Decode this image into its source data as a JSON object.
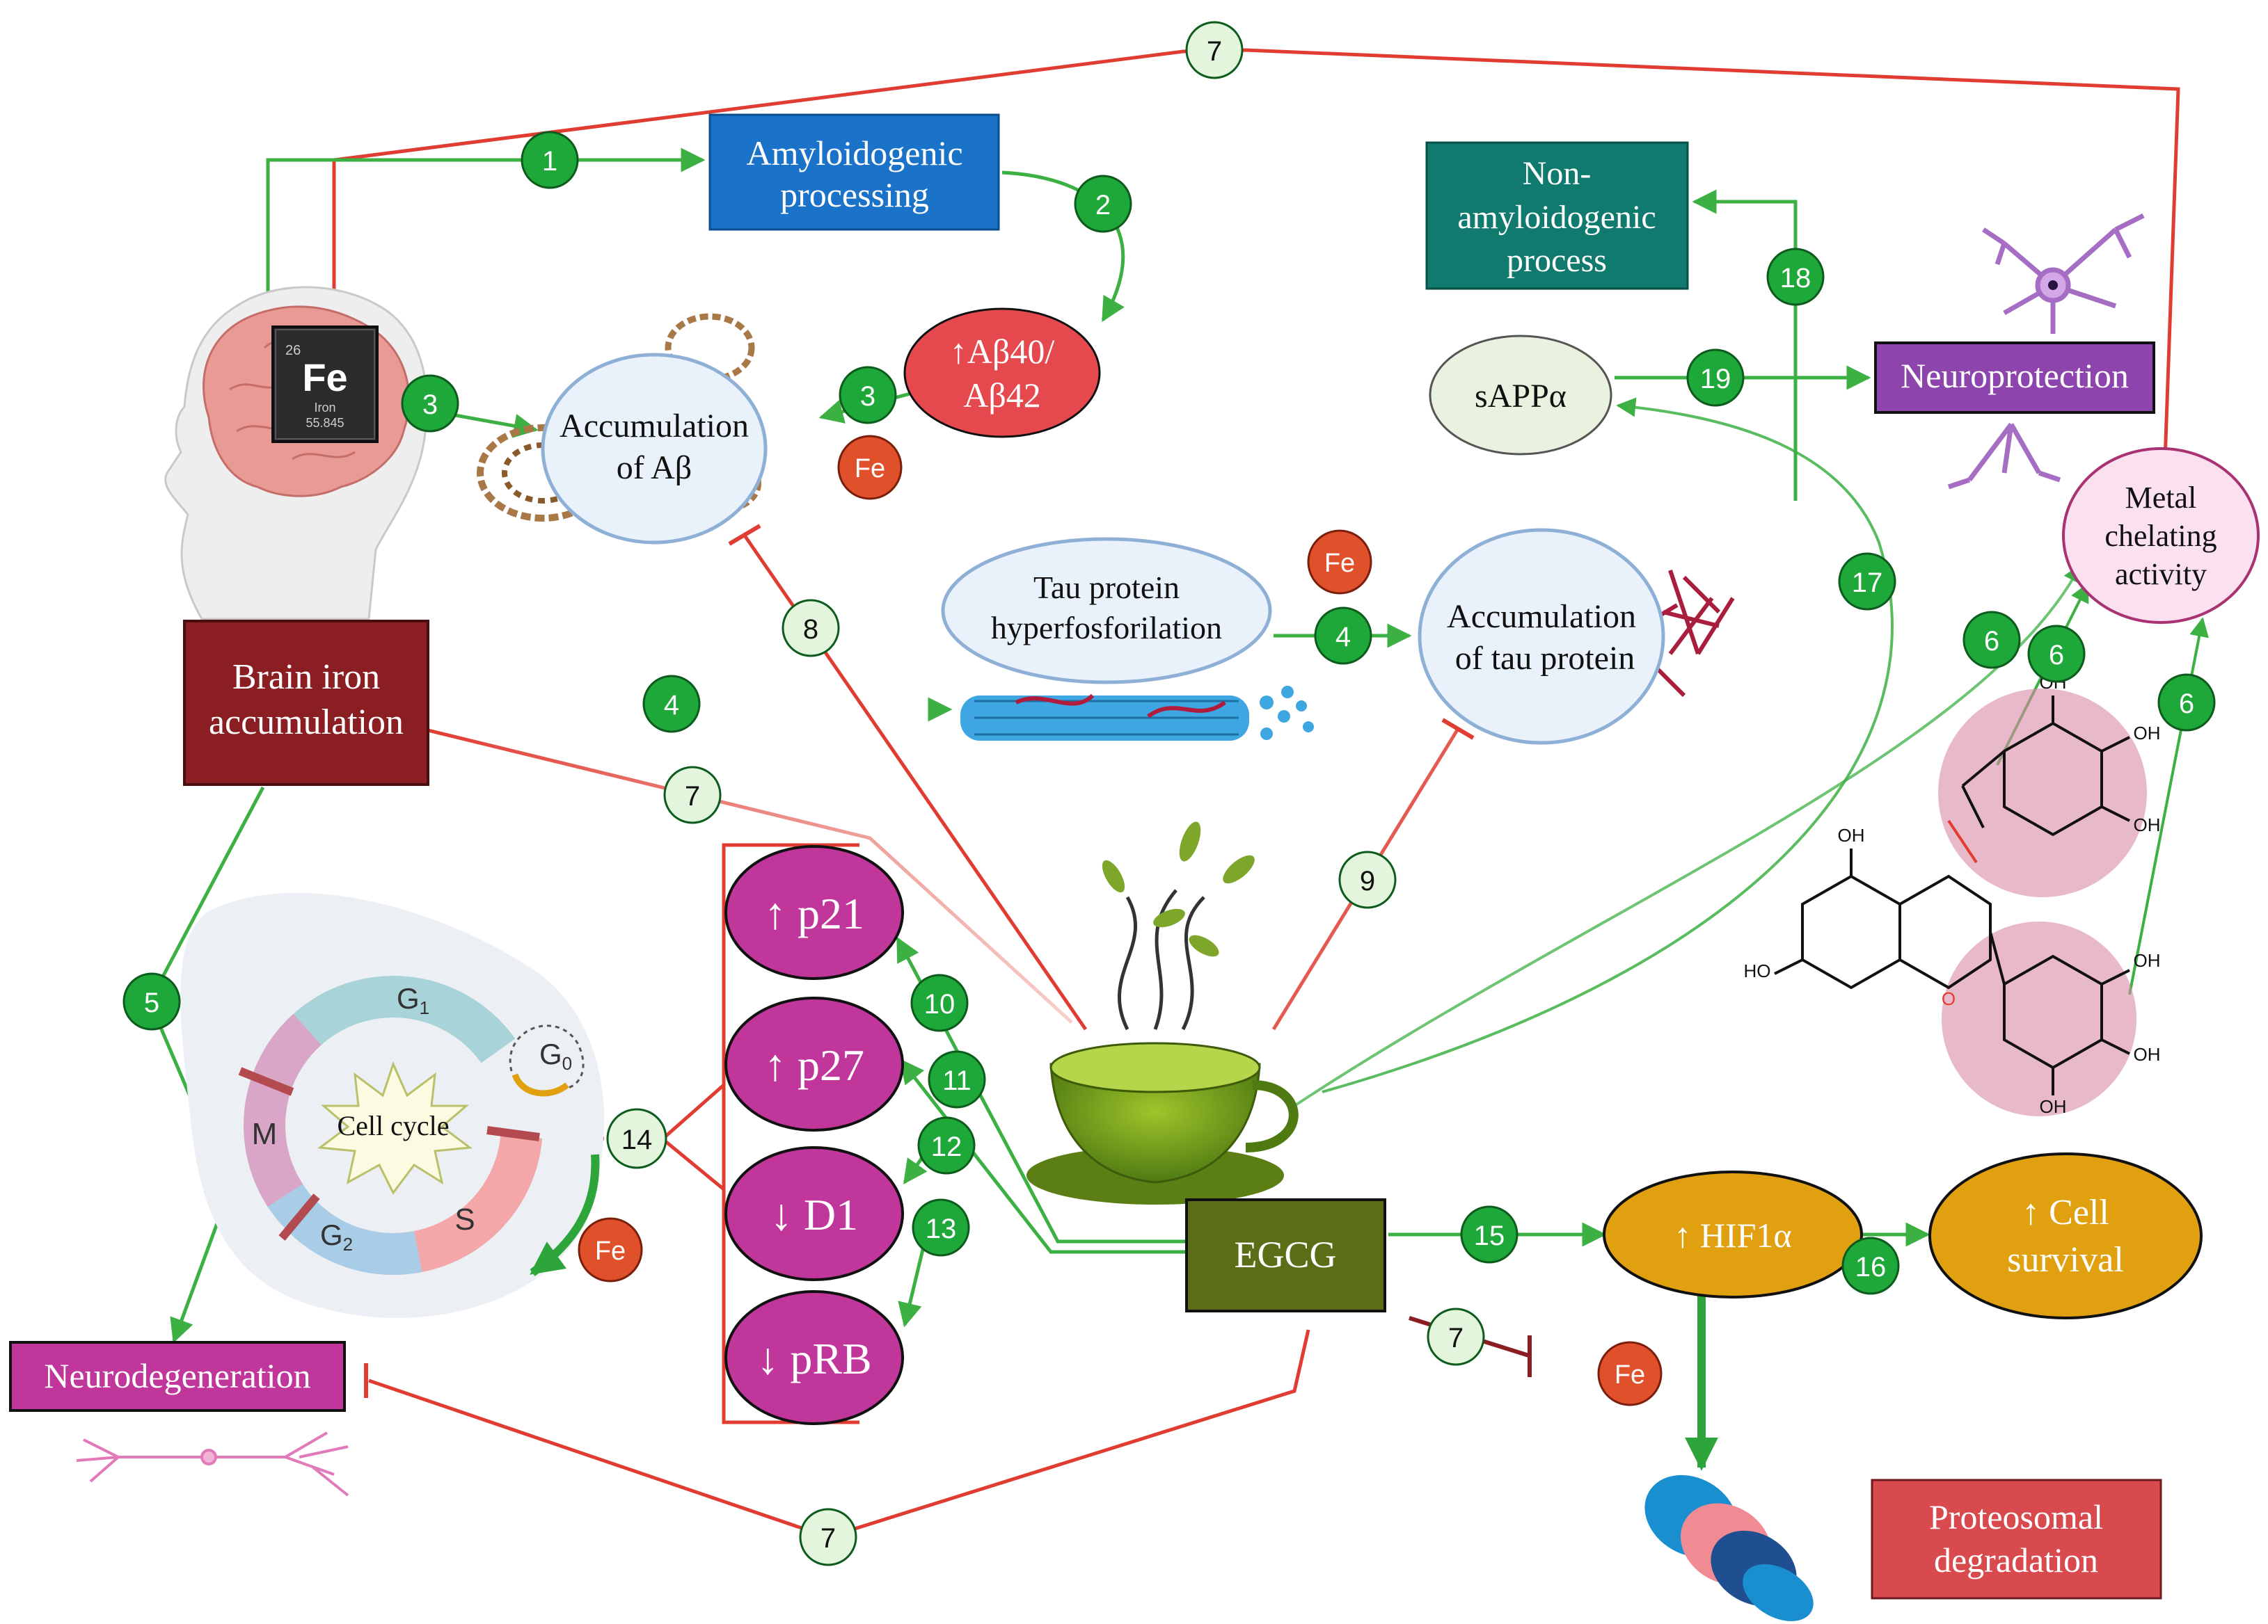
{
  "nodes": {
    "amyloidogenic": [
      "Amyloidogenic",
      "processing"
    ],
    "abeta_ratio": [
      "↑Aβ40/",
      "Aβ42"
    ],
    "accum_abeta": [
      "Accumulation",
      "of Aβ"
    ],
    "non_amyloidogenic": [
      "Non-",
      "amyloidogenic",
      "process"
    ],
    "sappa": "sAPPα",
    "neuroprotection": "Neuroprotection",
    "metal_chelating": [
      "Metal",
      "chelating",
      "activity"
    ],
    "tau_hyper": [
      "Tau protein",
      "hyperfosforilation"
    ],
    "accum_tau": [
      "Accumulation",
      "of tau protein"
    ],
    "brain_iron": [
      "Brain iron",
      "accumulation"
    ],
    "p21": "↑ p21",
    "p27": "↑ p27",
    "d1": "↓ D1",
    "prb": "↓ pRB",
    "egcg": "EGCG",
    "hif1a": "↑ HIF1α",
    "cell_survival": [
      "↑ Cell",
      "survival"
    ],
    "neurodegeneration": "Neurodegeneration",
    "proteosomal": [
      "Proteosomal",
      "degradation"
    ]
  },
  "iron_tile": {
    "number": "26",
    "symbol": "Fe",
    "name": "Iron",
    "mass": "55.845"
  },
  "fe_badge": "Fe",
  "cell_cycle": {
    "center": "Cell cycle",
    "g1": "G",
    "g1_sub": "1",
    "g0": "G",
    "g0_sub": "0",
    "g2": "G",
    "g2_sub": "2",
    "m": "M",
    "s": "S"
  },
  "molecule_labels": {
    "oh": "OH",
    "ho": "HO",
    "o": "O"
  },
  "step_labels": {
    "s1": "1",
    "s2": "2",
    "s3a": "3",
    "s3b": "3",
    "s4a": "4",
    "s4b": "4",
    "s5": "5",
    "s6a": "6",
    "s6b": "6",
    "s6c": "6",
    "s7a": "7",
    "s7b": "7",
    "s7c": "7",
    "s7d": "7",
    "s8": "8",
    "s9": "9",
    "s10": "10",
    "s11": "11",
    "s12": "12",
    "s13": "13",
    "s14": "14",
    "s15": "15",
    "s16": "16",
    "s17": "17",
    "s18": "18",
    "s19": "19"
  },
  "colors": {
    "activation": "#3cb043",
    "inhibition": "#e03c31",
    "step_green": "#1fa83a",
    "step_light": "#e3f5dc",
    "amyloidogenic_box": "#1a73c9",
    "non_amyloidogenic_box": "#0f7a6d",
    "brain_iron_box": "#8b1e23",
    "neuroprotection_box": "#8e44ad",
    "abeta_ellipse": "#e5484d",
    "cell_cycle_markers": "#d63ca0",
    "egcg_box": "#5b6e17",
    "hif_orange": "#e0a010",
    "proteosomal_box": "#d94a4f",
    "fe_badge": "#e0502a",
    "neurodegeneration_box": "#c0369a"
  }
}
